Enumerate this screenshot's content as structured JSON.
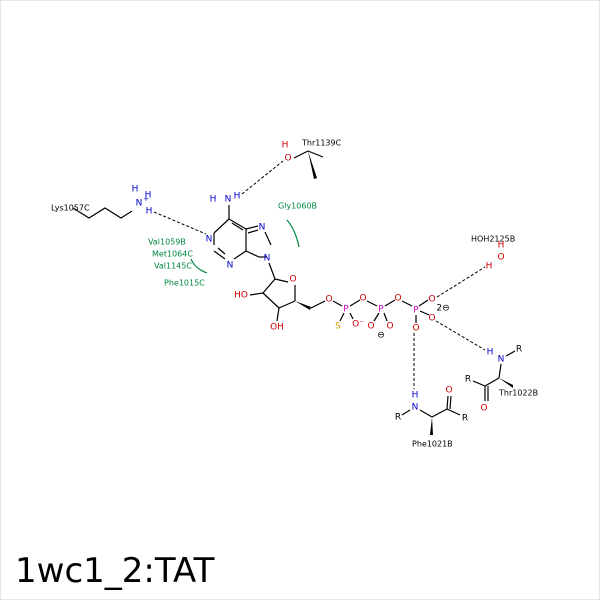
{
  "title": "1wc1_2:TAT",
  "colors": {
    "nitrogen": "#0000cc",
    "oxygen": "#cc0000",
    "phosphorus": "#cc00cc",
    "sulfur": "#d4a000",
    "hydrophobic": "#00863f",
    "bond": "#000000"
  },
  "residues": {
    "lys1057c": "Lys1057C",
    "thr1139c": "Thr1139C",
    "gly1060b": "Gly1060B",
    "val1059b": "Val1059B",
    "met1064c": "Met1064C",
    "val1145c": "Val1145C",
    "phe1015c": "Phe1015C",
    "hoh2125b": "HOH2125B",
    "thr1022b": "Thr1022B",
    "phe1021b": "Phe1021B"
  },
  "atoms": {
    "n": "N",
    "nh3": "N",
    "plus": "+",
    "h": "H",
    "o": "O",
    "ho": "HO",
    "oh": "OH",
    "p": "P",
    "s": "S",
    "o_minus": "O⁻",
    "minus": "⊖",
    "two_minus": "2⊖",
    "r": "R"
  }
}
